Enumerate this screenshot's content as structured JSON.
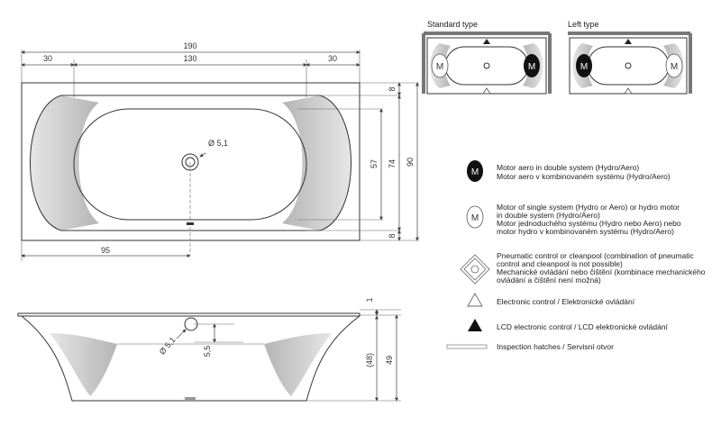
{
  "diagrams": {
    "standard_type_label": "Standard type",
    "left_type_label": "Left type",
    "motor_letter": "M"
  },
  "top_view": {
    "dim_total_length": "190",
    "dim_left_margin": "30",
    "dim_inner_length": "130",
    "dim_right_margin": "30",
    "dim_drain_offset": "95",
    "dim_drain_diameter": "Ø 5,1",
    "dim_top_rim": "8",
    "dim_bottom_rim": "8",
    "dim_inner_width": "57",
    "dim_mid_width": "74",
    "dim_total_width": "90"
  },
  "side_view": {
    "dim_rim": "1",
    "dim_drain_diameter": "Ø 5,1",
    "dim_drain_height": "5,5",
    "dim_inner_depth": "(48)",
    "dim_total_depth": "49"
  },
  "legend": [
    {
      "icon": "motor-filled-icon",
      "lines": [
        "Motor aero in double system (Hydro/Aero)",
        "Motor aero v kombinovaném systému (Hydro/Aero)"
      ]
    },
    {
      "icon": "motor-outline-icon",
      "lines": [
        "Motor of single system (Hydro or Aero) or hydro motor",
        "in double system (Hydro/Aero)",
        "Motor jednoduchého systému (Hydro nebo Aero) nebo",
        "motor hydro v kombinovaném systému (Hydro/Aero)"
      ]
    },
    {
      "icon": "pneumatic-diamond-icon",
      "lines": [
        "Pneumatic control or cleanpool (combination of pneumatic",
        "control and cleanpool is not possible)",
        "Mechanické ovládání nebo čištění (kombinace mechanického",
        "ovládání a čištění není možná)"
      ]
    },
    {
      "icon": "triangle-outline-icon",
      "lines": [
        "Electronic control / Elektronické ovládání"
      ]
    },
    {
      "icon": "triangle-filled-icon",
      "lines": [
        "LCD electronic control / LCD elektronické ovládání"
      ]
    },
    {
      "icon": "inspection-hatch-icon",
      "lines": [
        "Inspection hatches / Servisní otvor"
      ]
    }
  ]
}
